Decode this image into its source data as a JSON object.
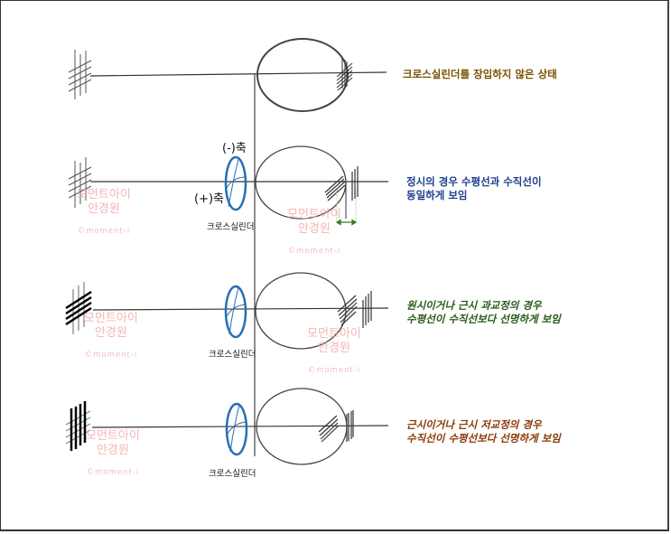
{
  "diagram": {
    "title": "Cross cylinder test diagram",
    "colors": {
      "row1": "#7a5200",
      "row2": "#1f3f8f",
      "row3": "#2a5a1a",
      "row4": "#8a3a0a",
      "lens": "#2a6db5",
      "watermark": "#f4a8a8",
      "interval_arrow": "#3a7a2a"
    },
    "rows": [
      {
        "id": "no-cylinder",
        "caption_lines": [
          "크로스실린더를 장입하지 않은 상태"
        ],
        "lens": false,
        "target": "cross-grid-equal",
        "retina": "lines-converge-at-retina"
      },
      {
        "id": "emmetropia",
        "caption_lines": [
          "정시의 경우 수평선과 수직선이",
          "동일하게 보임"
        ],
        "lens": true,
        "lens_label": "크로스실린더",
        "axis_minus_label": "(-)축",
        "axis_plus_label": "(+)축",
        "target": "cross-grid-equal",
        "retina": "equal-interval-around-retina"
      },
      {
        "id": "hyperopia-or-overcorrected-myopia",
        "caption_lines": [
          "원시이거나 근시 과교정의 경우",
          "수평선이 수직선보다 선명하게 보임"
        ],
        "lens": true,
        "lens_label": "크로스실린더",
        "target": "horizontal-lines-bold",
        "retina": "horizontal-focus-on-retina"
      },
      {
        "id": "myopia-or-undercorrected",
        "caption_lines": [
          "근시이거나 근시 저교정의 경우",
          "수직선이 수평선보다 선명하게 보임"
        ],
        "lens": true,
        "lens_label": "크로스실린더",
        "target": "vertical-lines-bold",
        "retina": "vertical-focus-on-retina"
      }
    ],
    "watermark": {
      "line1": "모먼트아이",
      "line2": "안경원",
      "sub": "©moment-i"
    }
  }
}
